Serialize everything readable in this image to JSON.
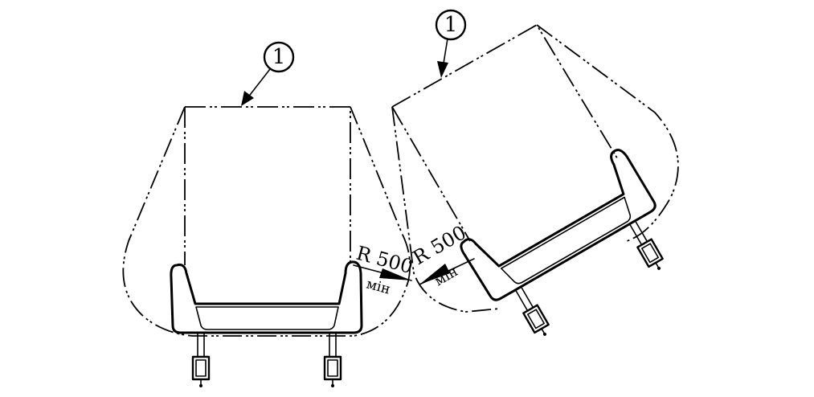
{
  "callouts": [
    {
      "label": "1"
    },
    {
      "label": "1"
    }
  ],
  "dimensions": [
    {
      "value": "R 500",
      "qualifier": "мін"
    },
    {
      "value": "R 500",
      "qualifier": "мін"
    }
  ]
}
